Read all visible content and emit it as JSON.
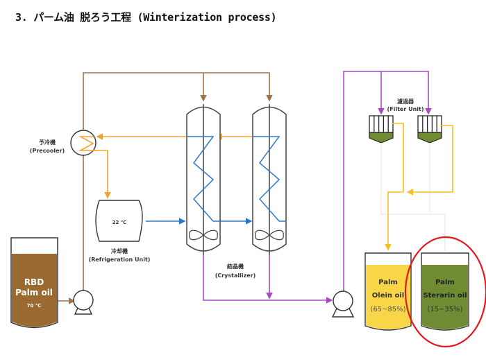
{
  "title": "3. パーム油 脱ろう工程 (Winterization process)",
  "colors": {
    "palm_oil": "#9a6a30",
    "feed_line": "#a0724a",
    "refrigerant_warm": "#f5a030",
    "refrigerant_cold": "#2f78c8",
    "slurry_line": "#a64cc0",
    "olein_line": "#f5c020",
    "olein_fill": "#f8d648",
    "stearin_fill": "#6f8c32",
    "filter_cake": "#6f8c32",
    "highlight": "#e8141c",
    "outline": "#333333"
  },
  "equipment": {
    "feed_tank": {
      "line1": "RBD",
      "line2": "Palm oil",
      "temp": "70 ℃"
    },
    "precooler": {
      "jp": "予冷機",
      "en": "(Precooler)"
    },
    "refrigeration_unit": {
      "temp": "22 ℃",
      "jp": "冷却機",
      "en": "(Refrigeration Unit)"
    },
    "crystallizer": {
      "jp": "結晶機",
      "en": "(Crystallizer)"
    },
    "filter_unit": {
      "jp": "濾過器",
      "en": "(Filter Unit)"
    },
    "olein_tank": {
      "line1": "Palm",
      "line2": "Olein oil",
      "yield": "(65~85%)"
    },
    "stearin_tank": {
      "line1": "Palm",
      "line2": "Sterarin oil",
      "yield": "(15~35%)",
      "highlighted": true
    }
  }
}
